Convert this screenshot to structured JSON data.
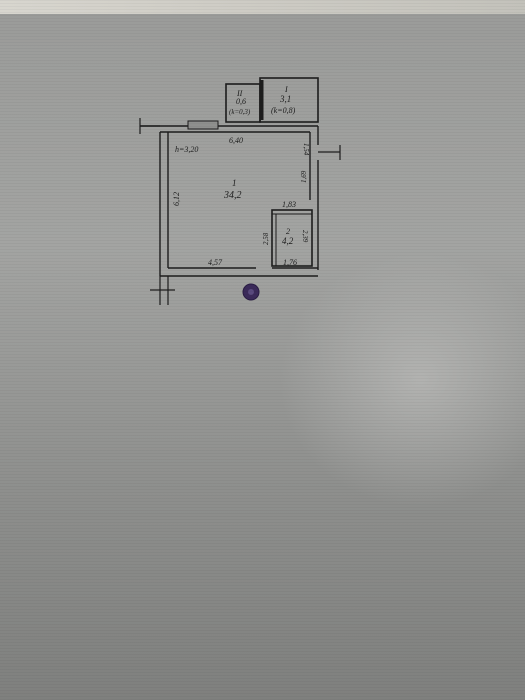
{
  "background_color": "#8f908e",
  "ink_color": "#1d1d1d",
  "stamp_color": "#3b2a5a",
  "balcony_left": {
    "number": "II",
    "area": "0,6",
    "coef": "(k=0,3)"
  },
  "balcony_right": {
    "number": "I",
    "area": "3,1",
    "coef": "(k=0,8)"
  },
  "room_main": {
    "number": "1",
    "area": "34,2",
    "height": "h=3,20"
  },
  "room_bath": {
    "number": "2",
    "area": "4,2"
  },
  "dimensions": {
    "top_width": "6,40",
    "left_height": "6,12",
    "right_upper": "1,54",
    "right_middle": "1,69",
    "bath_top": "1,83",
    "bath_height": "2,39",
    "bath_wall": "2,58",
    "bottom_left": "4,57",
    "bottom_right": "1,76"
  }
}
